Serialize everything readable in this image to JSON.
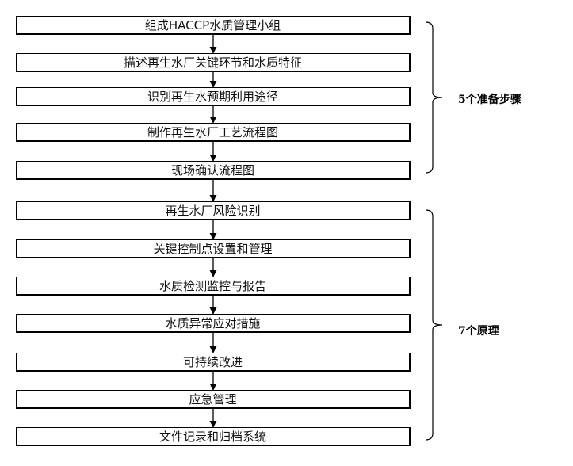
{
  "steps": [
    "组成HACCP水质管理小组",
    "描述再生水厂关键环节和水质特征",
    "识别再生水预期利用途径",
    "制作再生水厂工艺流程图",
    "现场确认流程图",
    "再生水厂风险识别",
    "关键控制点设置和管理",
    "水质检测监控与报告",
    "水质异常应对措施",
    "可持续改进",
    "应急管理",
    "文件记录和归档系统"
  ],
  "groups": [
    {
      "label": "5个准备步骤",
      "steps": 5
    },
    {
      "label": "7个原理",
      "steps": 7
    }
  ]
}
